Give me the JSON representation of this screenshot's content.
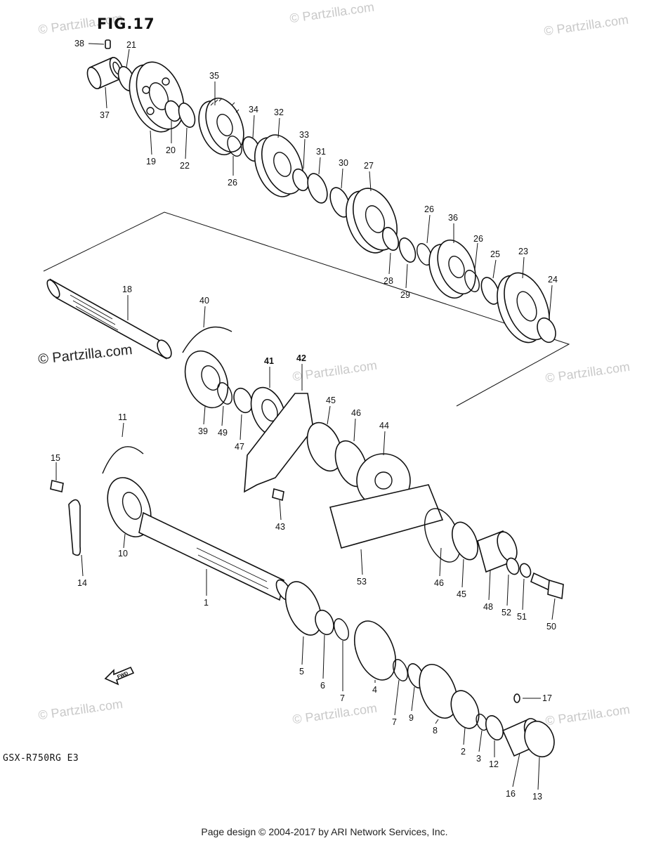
{
  "figure": {
    "title": "FIG.17",
    "model": "GSX-R750RG E3"
  },
  "footer": {
    "text": "Page design © 2004-2017 by ARI Network Services, Inc."
  },
  "watermarks": {
    "light": "© Partzilla.com",
    "strong": "© Partzilla.com"
  },
  "fwd_label": "FWD",
  "callouts": [
    {
      "id": "c38",
      "label": "38"
    },
    {
      "id": "c21",
      "label": "21"
    },
    {
      "id": "c37",
      "label": "37"
    },
    {
      "id": "c35",
      "label": "35"
    },
    {
      "id": "c19",
      "label": "19"
    },
    {
      "id": "c20",
      "label": "20"
    },
    {
      "id": "c22",
      "label": "22"
    },
    {
      "id": "c34",
      "label": "34"
    },
    {
      "id": "c32",
      "label": "32"
    },
    {
      "id": "c26a",
      "label": "26"
    },
    {
      "id": "c33",
      "label": "33"
    },
    {
      "id": "c31",
      "label": "31"
    },
    {
      "id": "c30",
      "label": "30"
    },
    {
      "id": "c27",
      "label": "27"
    },
    {
      "id": "c26b",
      "label": "26"
    },
    {
      "id": "c36",
      "label": "36"
    },
    {
      "id": "c26c",
      "label": "26"
    },
    {
      "id": "c23",
      "label": "23"
    },
    {
      "id": "c25",
      "label": "25"
    },
    {
      "id": "c24",
      "label": "24"
    },
    {
      "id": "c28",
      "label": "28"
    },
    {
      "id": "c29",
      "label": "29"
    },
    {
      "id": "c18",
      "label": "18"
    },
    {
      "id": "c40",
      "label": "40"
    },
    {
      "id": "c41",
      "label": "41"
    },
    {
      "id": "c42",
      "label": "42"
    },
    {
      "id": "c39",
      "label": "39"
    },
    {
      "id": "c49",
      "label": "49"
    },
    {
      "id": "c47",
      "label": "47"
    },
    {
      "id": "c45a",
      "label": "45"
    },
    {
      "id": "c46a",
      "label": "46"
    },
    {
      "id": "c44",
      "label": "44"
    },
    {
      "id": "c11",
      "label": "11"
    },
    {
      "id": "c15",
      "label": "15"
    },
    {
      "id": "c43",
      "label": "43"
    },
    {
      "id": "c10",
      "label": "10"
    },
    {
      "id": "c14",
      "label": "14"
    },
    {
      "id": "c53",
      "label": "53"
    },
    {
      "id": "c46b",
      "label": "46"
    },
    {
      "id": "c45b",
      "label": "45"
    },
    {
      "id": "c48",
      "label": "48"
    },
    {
      "id": "c52",
      "label": "52"
    },
    {
      "id": "c51",
      "label": "51"
    },
    {
      "id": "c50",
      "label": "50"
    },
    {
      "id": "c1",
      "label": "1"
    },
    {
      "id": "c5",
      "label": "5"
    },
    {
      "id": "c6",
      "label": "6"
    },
    {
      "id": "c7a",
      "label": "7"
    },
    {
      "id": "c4",
      "label": "4"
    },
    {
      "id": "c7b",
      "label": "7"
    },
    {
      "id": "c9",
      "label": "9"
    },
    {
      "id": "c8",
      "label": "8"
    },
    {
      "id": "c17",
      "label": "17"
    },
    {
      "id": "c2",
      "label": "2"
    },
    {
      "id": "c3",
      "label": "3"
    },
    {
      "id": "c12",
      "label": "12"
    },
    {
      "id": "c16",
      "label": "16"
    },
    {
      "id": "c13",
      "label": "13"
    }
  ]
}
